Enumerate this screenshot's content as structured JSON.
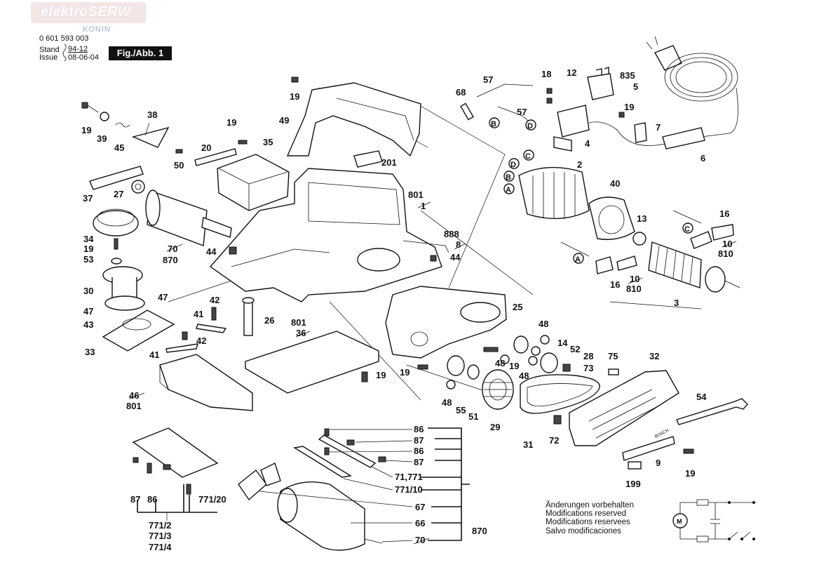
{
  "watermark": {
    "brand": "elektroSERW",
    "city": "KONIN"
  },
  "header": {
    "part_number": "0 601 593 003",
    "stand_label": "Stand",
    "stand_value": "94-12",
    "issue_label": "Issue",
    "issue_value": "08-06-04",
    "figure_label": "Fig./Abb. 1"
  },
  "notes": [
    "Änderungen vorbehalten",
    "Modifications reserved",
    "Modifications reservees",
    "Salvo modificaciones"
  ],
  "part_labels": {
    "p19a": "19",
    "p39": "39",
    "p45": "45",
    "p38": "38",
    "p50": "50",
    "p37": "37",
    "p27": "27",
    "p34": "34",
    "p19b": "19",
    "p53": "53",
    "p30": "30",
    "p47a": "47",
    "p47b": "47",
    "p43": "43",
    "p33": "33",
    "p41a": "41",
    "p42a": "42",
    "p41b": "41",
    "p42b": "42",
    "p46": "46",
    "p801a": "801",
    "p26": "26",
    "p801b": "801",
    "p36": "36",
    "p19c": "19",
    "p20": "20",
    "p19d": "19",
    "p35": "35",
    "p70": "70",
    "p870a": "870",
    "p44a": "44",
    "p19e": "19",
    "p49": "49",
    "p201": "201",
    "p801c": "801",
    "p1": "1",
    "p888": "888",
    "p8": "8",
    "p44b": "44",
    "p68": "68",
    "p57a": "57",
    "p57b": "57",
    "p18": "18",
    "p12": "12",
    "p835": "835",
    "p5": "5",
    "p19f": "19",
    "p7": "7",
    "p4": "4",
    "p6": "6",
    "p2": "2",
    "p40": "40",
    "p13": "13",
    "p16a": "16",
    "p10a": "10",
    "p810a": "810",
    "p16b": "16",
    "p10b": "10",
    "p810b": "810",
    "p3": "3",
    "p25": "25",
    "p48a": "48",
    "p14": "14",
    "p52": "52",
    "p48b": "48",
    "p19g": "19",
    "p28": "28",
    "p48c": "48",
    "p73": "73",
    "p19h": "19",
    "p48d": "48",
    "p55": "55",
    "p51": "51",
    "p29": "29",
    "p31": "31",
    "p72": "72",
    "p75": "75",
    "p32": "32",
    "p54": "54",
    "p9": "9",
    "p199": "199",
    "p19i": "19",
    "p86a": "86",
    "p87a": "87",
    "p86b": "86",
    "p87b": "87",
    "p71_771": "71,771",
    "p771_10": "771/10",
    "p67": "67",
    "p66": "66",
    "p70b": "70",
    "p870b": "870",
    "p87c": "87",
    "p86c": "86",
    "p771_20": "771/20",
    "p771_2": "771/2",
    "p771_3": "771/3",
    "p771_4": "771/4"
  },
  "connectors": [
    "A",
    "B",
    "C",
    "D"
  ]
}
